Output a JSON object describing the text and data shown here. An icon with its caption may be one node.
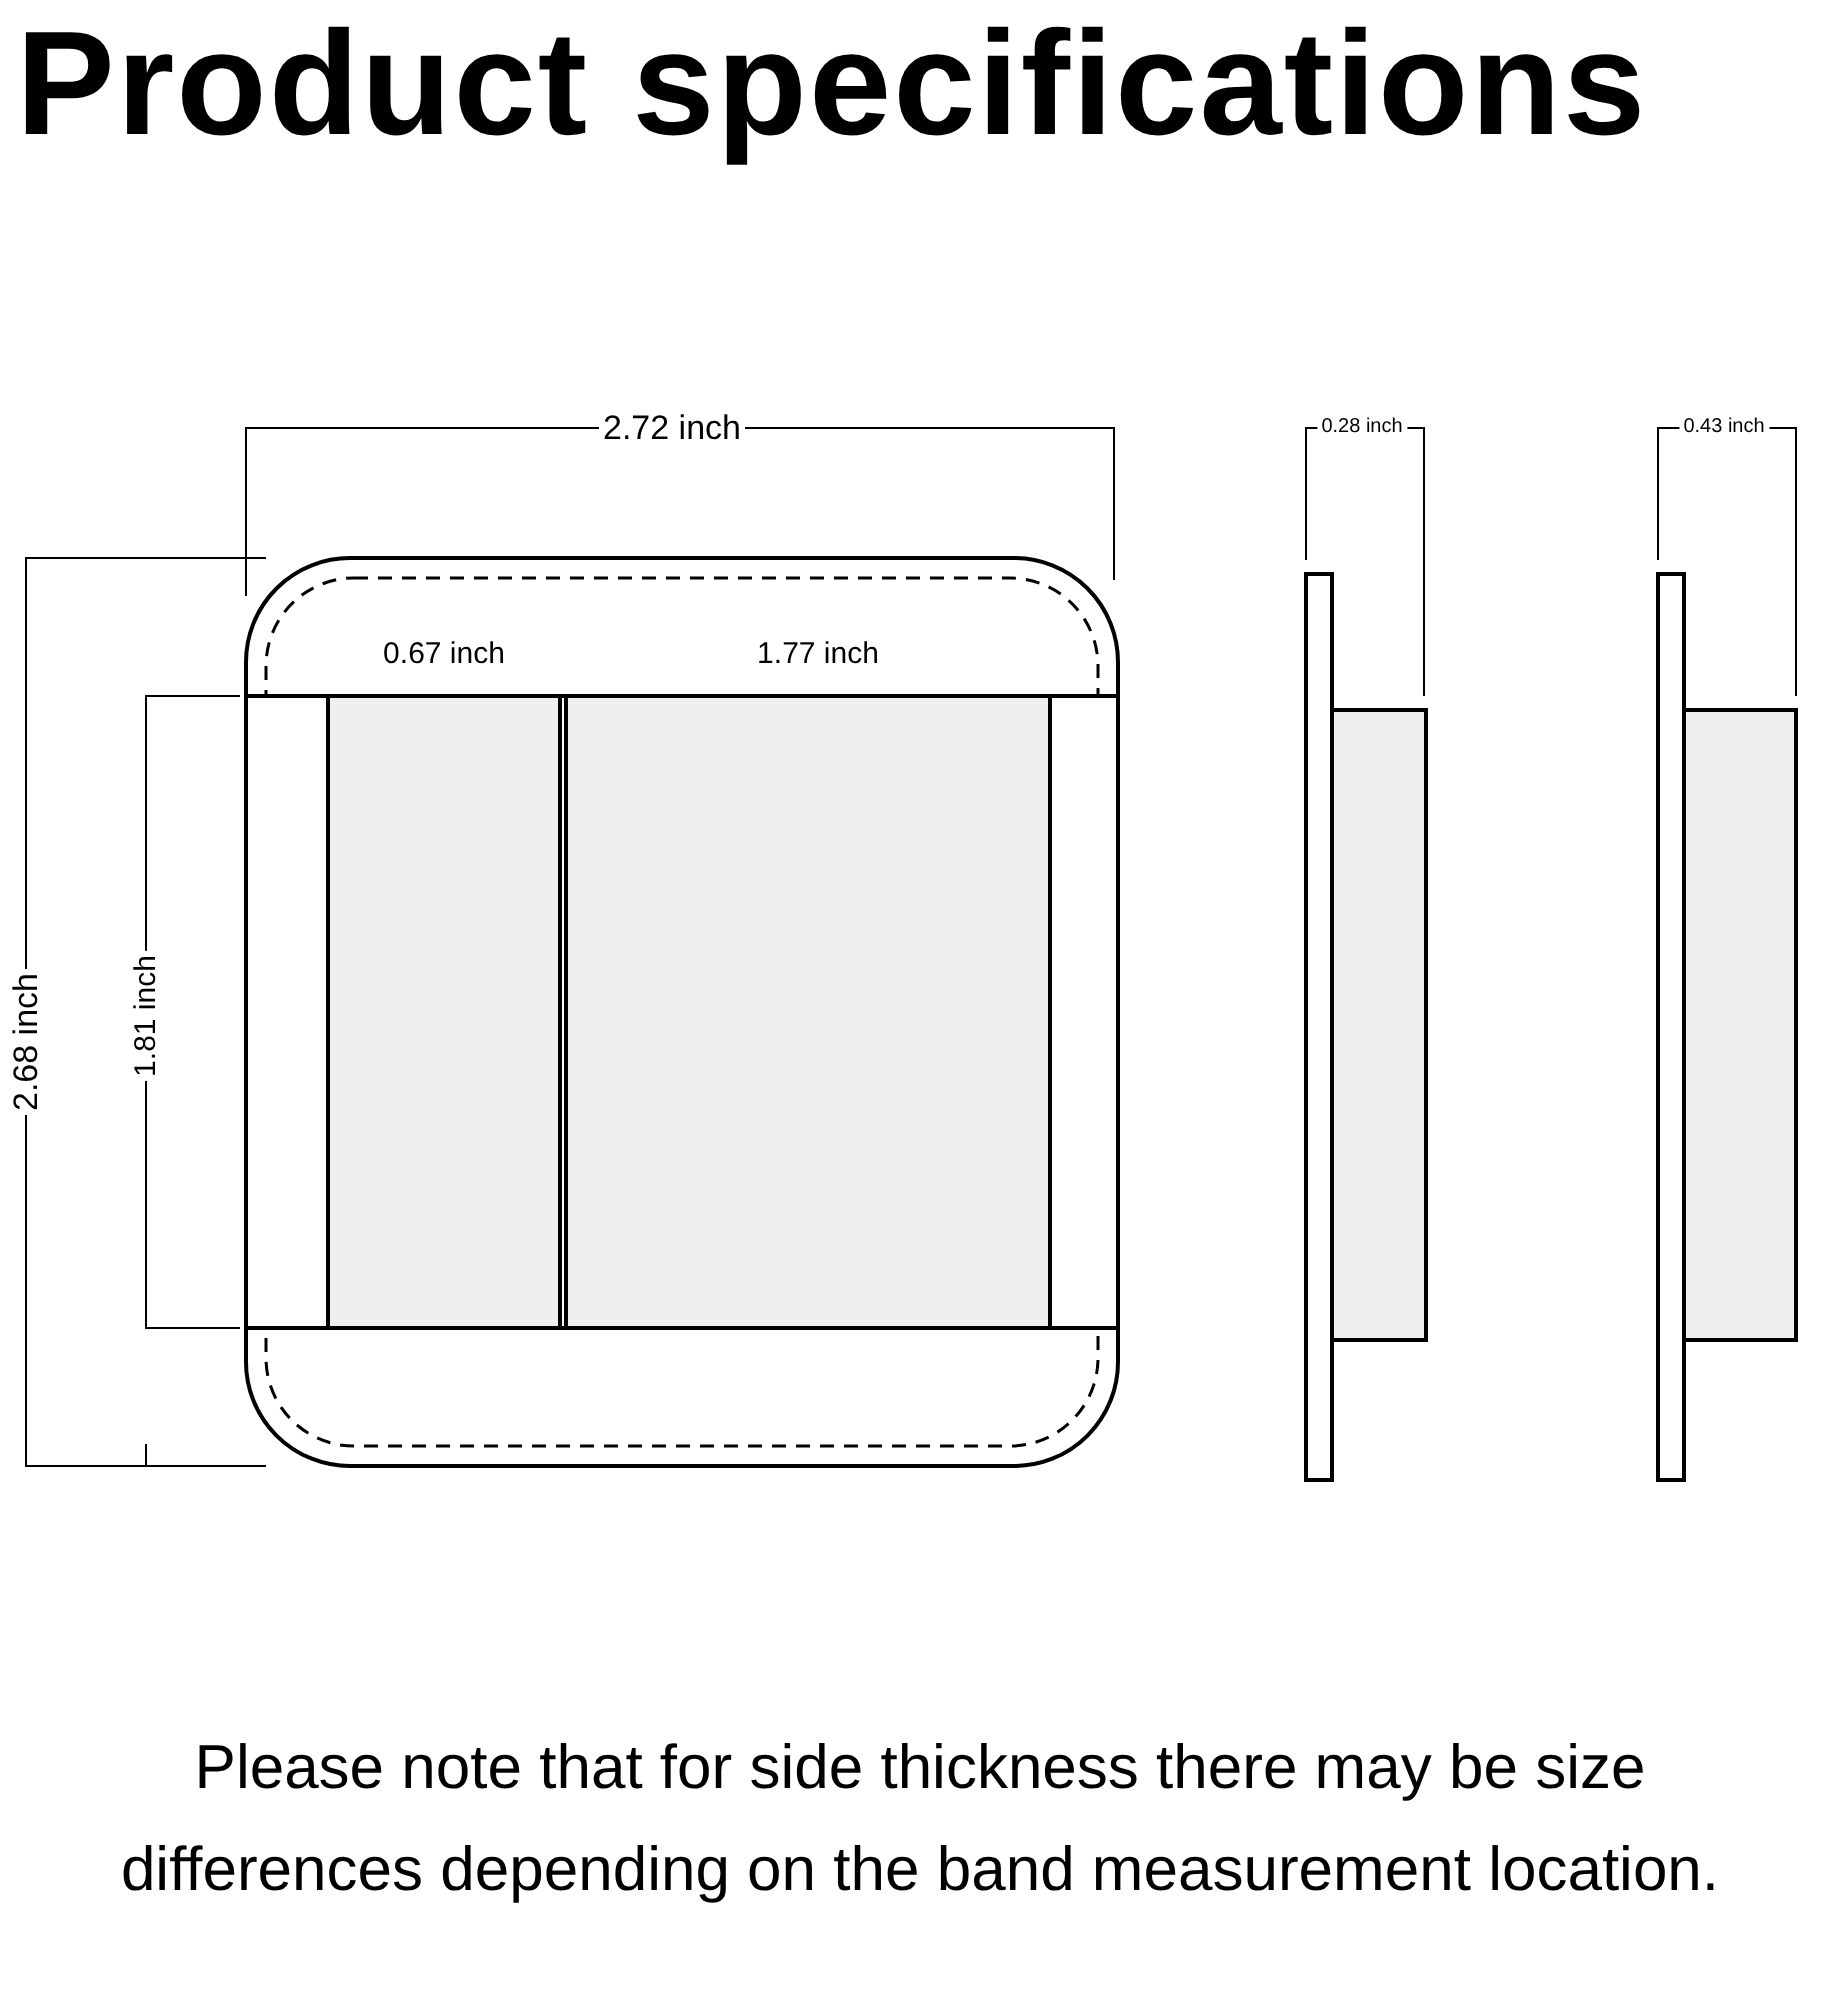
{
  "diagram": {
    "title": "Product specifications",
    "labels": [
      "2.72 inch",
      "0.28 inch",
      "0.43 inch",
      "0.67 inch",
      "1.77 inch",
      "2.68 inch",
      "1.81 inch"
    ],
    "caption": "Please note that for side thickness there may be size differences depending on the band measurement location."
  }
}
